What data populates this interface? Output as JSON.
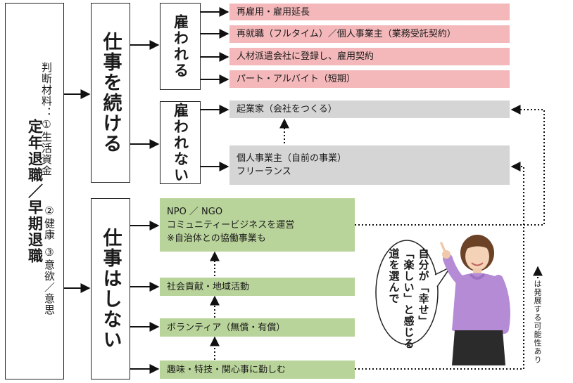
{
  "left_box": {
    "title": "定年退職／早期退職"
  },
  "criteria": {
    "heading": "判断材料：",
    "items": [
      "①生活資金",
      "②健康",
      "③意欲／意思"
    ]
  },
  "branches": {
    "continue_work": "仕事を続ける",
    "no_work": "仕事はしない"
  },
  "sub_branches": {
    "employed": "雇われる",
    "not_employed": "雇われない"
  },
  "employed_options": [
    "再雇用・雇用延長",
    "再就職（フルタイム）／個人事業主（業務受託契約）",
    "人材派遣会社に登録し、雇用契約",
    "パート・アルバイト（短期）"
  ],
  "not_employed_options": {
    "entrepreneur": "起業家（会社をつくる）",
    "sole_proprietor": [
      "個人事業主（自前の事業）",
      "フリーランス"
    ]
  },
  "no_work_options": {
    "npo": [
      "NPO ／ NGO",
      "コミュニティービジネスを運営",
      "※自治体との協働事業も"
    ],
    "social": "社会貢献・地域活動",
    "volunteer": "ボランティア（無償・有償）",
    "hobby": "趣味・特技・関心事に勤しむ"
  },
  "speech_bubble": [
    "自分が「幸せ」",
    "「楽しい」と感じる",
    "道を選んで"
  ],
  "legend": "は発展する可能性あり",
  "colors": {
    "employed_fill": "#f4b8ba",
    "not_employed_fill": "#d5d5d5",
    "no_work_fill": "#b9d49a"
  }
}
